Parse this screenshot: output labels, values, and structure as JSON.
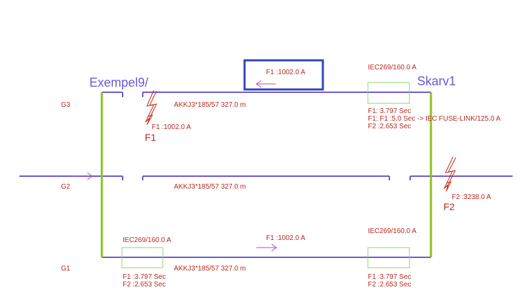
{
  "nodes": {
    "left": "Exempel9/",
    "right": "Skarv1"
  },
  "rows": {
    "g3": "G3",
    "g2": "G2",
    "g1": "G1"
  },
  "cables": {
    "top": "AKKJ3*185/57  327.0 m",
    "middle": "AKKJ3*185/57  327.0 m",
    "bottom": "AKKJ3*185/57  327.0 m"
  },
  "faults": {
    "f1": {
      "name": "F1",
      "current": "F1 :1002.0 A"
    },
    "f2": {
      "name": "F2",
      "current": "F2 :3238.0 A"
    }
  },
  "flow": {
    "top_highlight": "F1 :1002.0 A",
    "bottom": "F1 :1002.0 A"
  },
  "fuses": {
    "top_right": {
      "rating": "IEC269/160.0 A",
      "line1": "F1: 3.797 Sec",
      "line2": "F1: F1 :5.0 Sec -> IEC FUSE-LINK/125.0 A",
      "line3": "F2 :2.653 Sec"
    },
    "bottom_left": {
      "rating": "IEC269/160.0 A",
      "line1": "F1 :3.797 Sec",
      "line2": "F2 :2.653 Sec"
    },
    "bottom_right": {
      "rating": "IEC269/160.0 A",
      "line1": "F1 :3.797 Sec",
      "line2": "F2 :2.653 Sec"
    }
  },
  "colors": {
    "line": "#6a58d6",
    "bus": "#8cbf1a",
    "fuse": "#8fd46a",
    "text": "#b52a1f",
    "highlight": "#3344bb"
  }
}
